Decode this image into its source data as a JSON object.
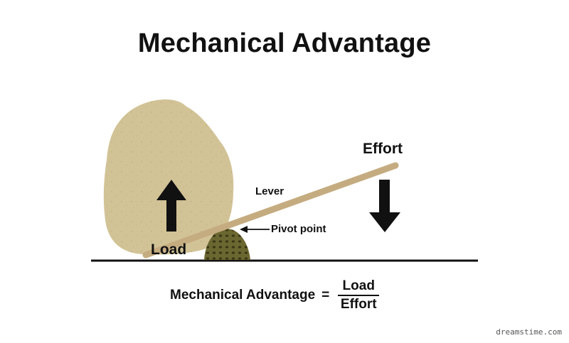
{
  "title": "Mechanical Advantage",
  "labels": {
    "effort": "Effort",
    "load": "Load",
    "lever": "Lever",
    "pivot": "Pivot point"
  },
  "formula": {
    "lhs": "Mechanical Advantage",
    "equals": "=",
    "numerator": "Load",
    "denominator": "Effort"
  },
  "watermark": "dreamstime.com",
  "colors": {
    "rock": "#d2c397",
    "lever": "#c5ac80",
    "pivot": "#5d5a2a",
    "ink": "#111111"
  }
}
